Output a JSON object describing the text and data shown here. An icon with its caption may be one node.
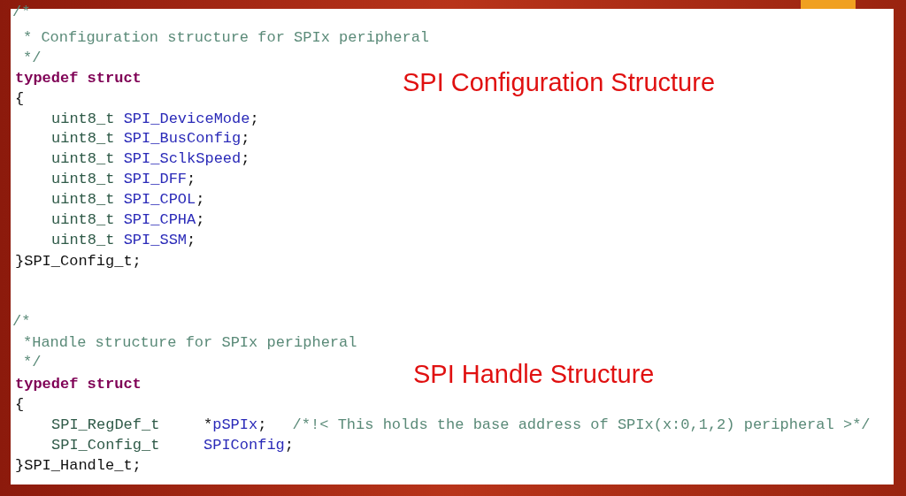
{
  "diagram": {
    "labels": [
      "/*",
      "* Configuration structure for SPIx peripheral",
      "*/",
      "typedef struct",
      "SPI Configuration Structure",
      "{",
      "uint8_t SPI_DeviceMode;",
      "uint8_t SPI_BusConfig;",
      "uint8_t SPI_SclkSpeed;",
      "uint8_t SPI_DFF;",
      "uint8_t SPI_CPOL;",
      "uint8_t SPI_CPHA;",
      "uint8_t SPI_SSM;",
      "}SPI_Config_t;",
      "/*",
      "*Handle structure for SPIx peripheral",
      "*/",
      "typedef struct",
      "SPI Handle Structure",
      "{",
      "SPI_RegDef_t *pSPIx; /*!< This holds the base address of SPIx(x:0,1,2) peripheral >*/",
      "SPI_Config_t SPIConfig;",
      "}SPI_Handle_t;"
    ]
  }
}
